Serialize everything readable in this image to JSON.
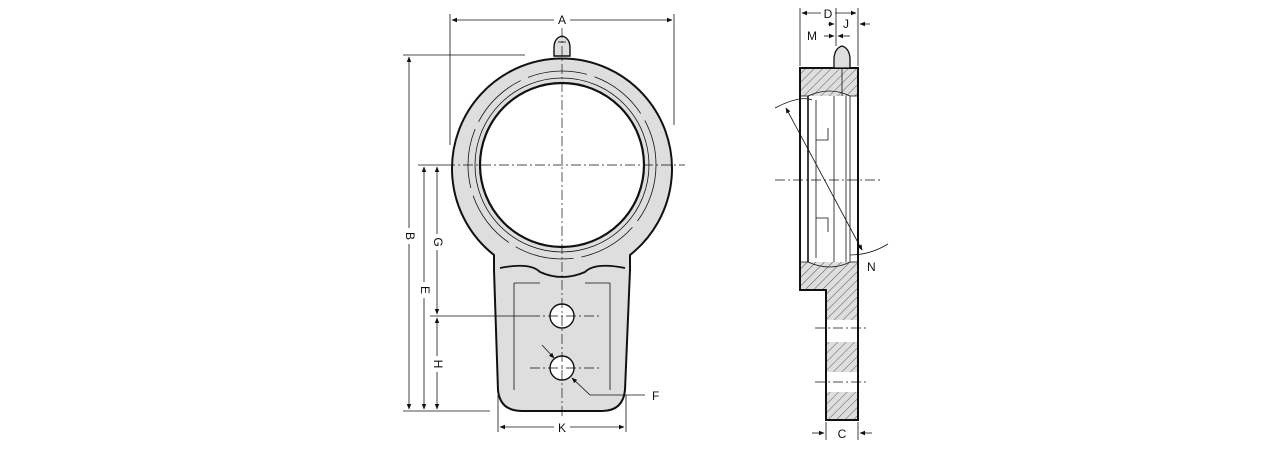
{
  "colors": {
    "body_fill": "#dedede",
    "outline": "#111111",
    "background": "#ffffff"
  },
  "labels": {
    "A": "A",
    "B": "B",
    "C": "C",
    "D": "D",
    "E": "E",
    "F": "F",
    "G": "G",
    "H": "H",
    "J": "J",
    "K": "K",
    "M": "M",
    "N": "N"
  }
}
